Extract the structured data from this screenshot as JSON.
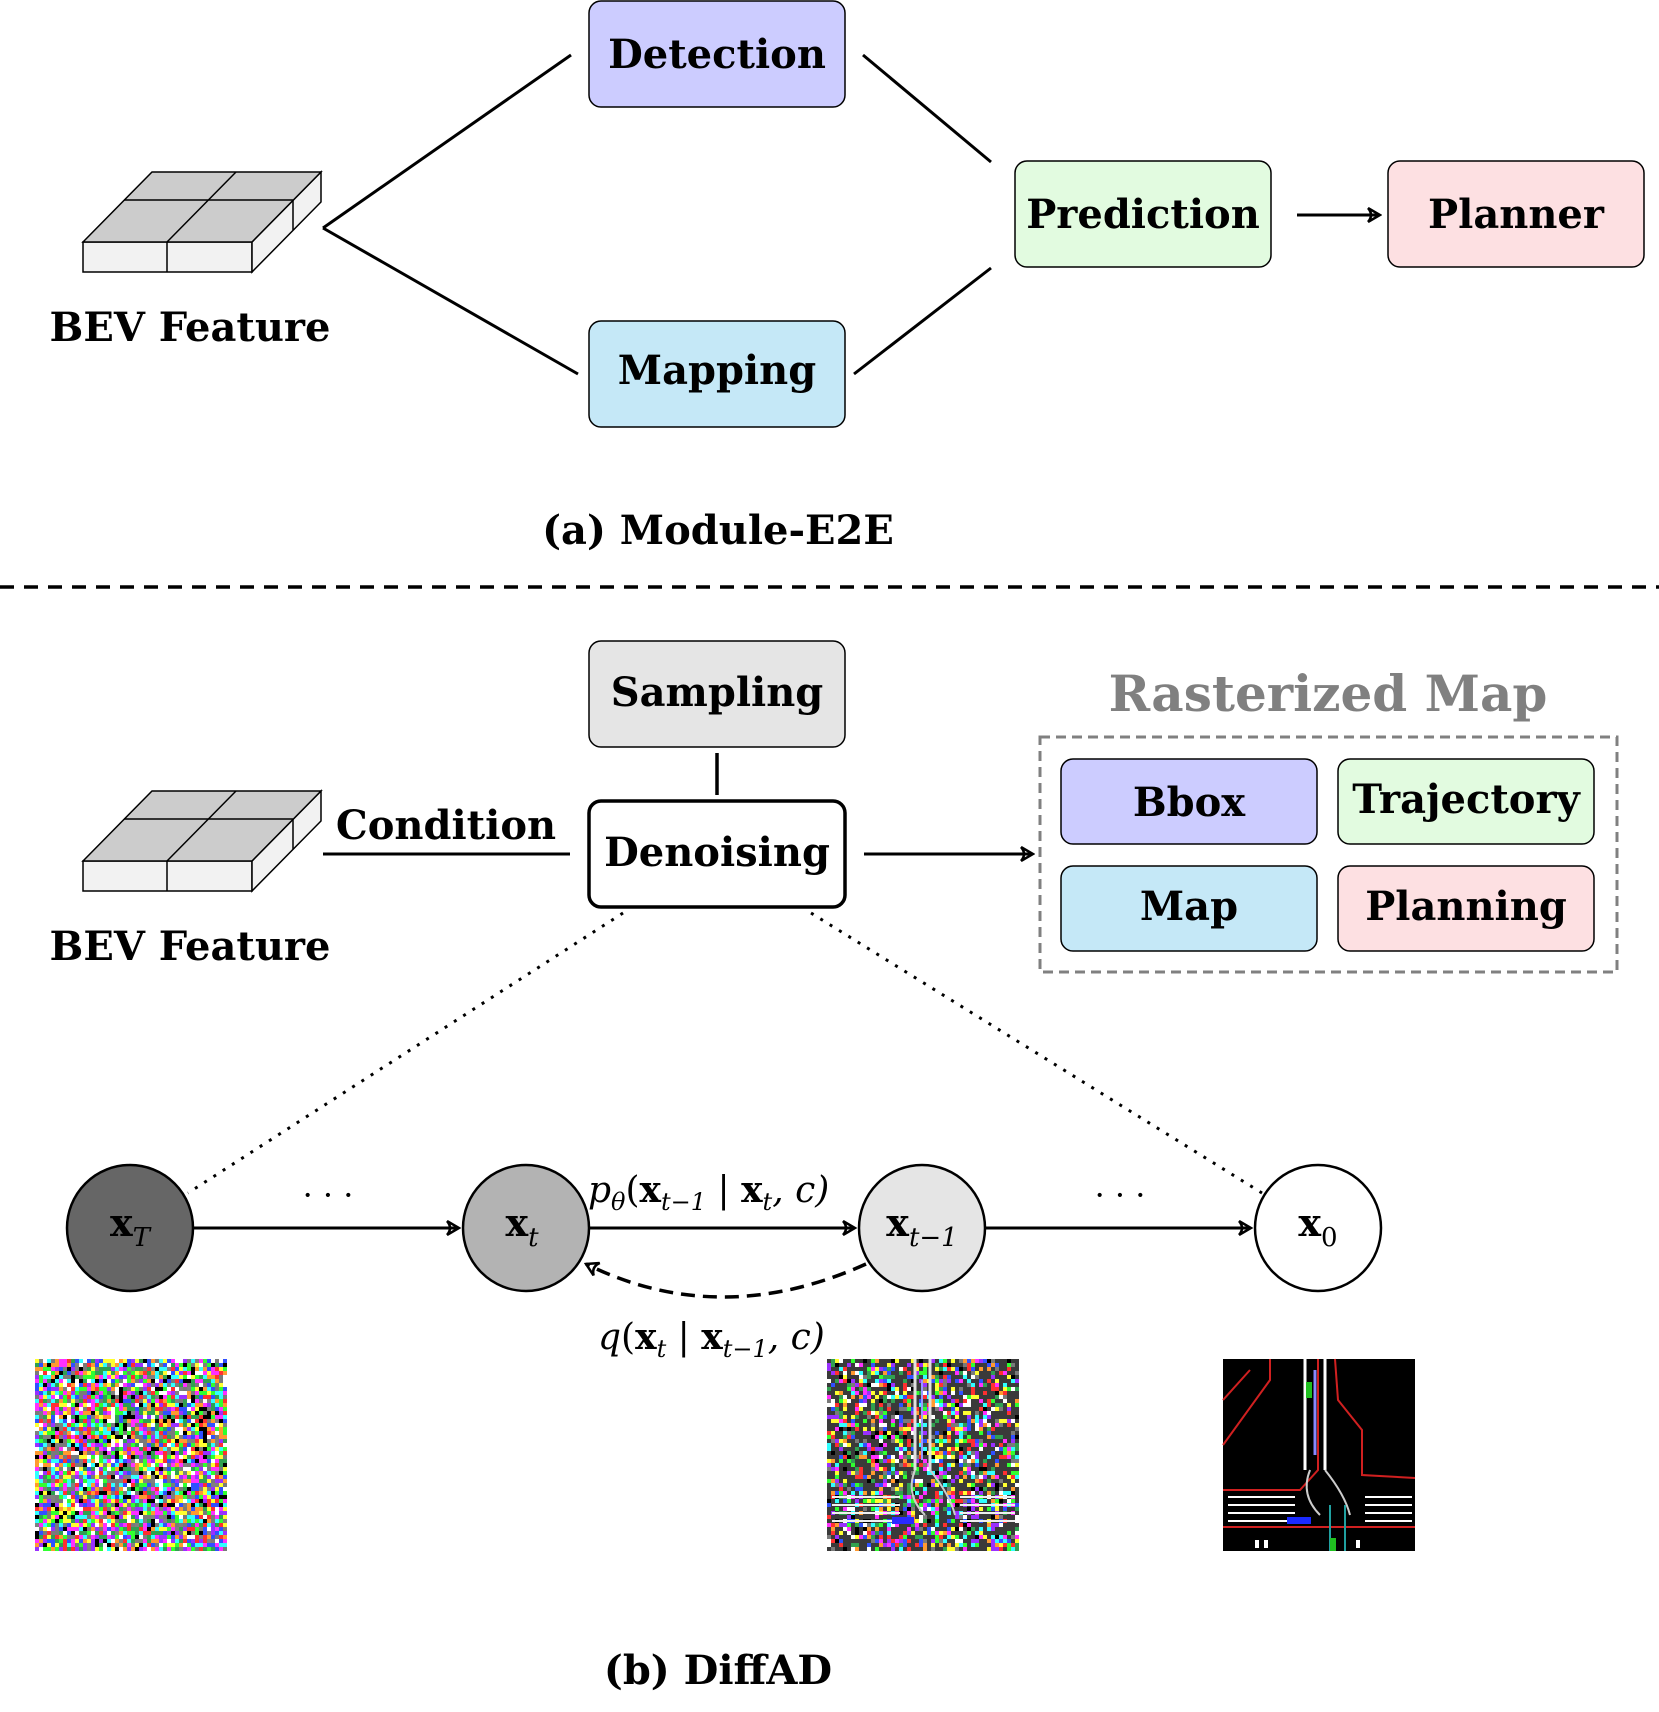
{
  "top": {
    "bev_label": "BEV Feature",
    "detection": "Detection",
    "mapping": "Mapping",
    "prediction": "Prediction",
    "planner": "Planner",
    "caption": "(a) Module-E2E"
  },
  "bottom": {
    "bev_label": "BEV Feature",
    "condition": "Condition",
    "sampling": "Sampling",
    "denoising": "Denoising",
    "raster_title": "Rasterized Map",
    "raster_items": [
      "Bbox",
      "Trajectory",
      "Map",
      "Planning"
    ],
    "nodes": [
      {
        "base": "x",
        "sub": "T"
      },
      {
        "base": "x",
        "sub": "t"
      },
      {
        "base": "x",
        "sub": "t−1"
      },
      {
        "base": "x",
        "sub": "0"
      }
    ],
    "ellipsis": "· · ·",
    "forward_label": {
      "pre": "p",
      "pre_sub": "θ",
      "open": "(",
      "x1": "x",
      "x1_sub": "t−1",
      "bar": " | ",
      "x2": "x",
      "x2_sub": "t",
      "tail": ", c)"
    },
    "reverse_label": {
      "pre": "q",
      "open": "(",
      "x1": "x",
      "x1_sub": "t",
      "bar": " | ",
      "x2": "x",
      "x2_sub": "t−1",
      "tail": ", c)"
    },
    "caption": "(b) DiffAD"
  },
  "colors": {
    "detection": "#ccccff",
    "mapping": "#c5e8f7",
    "prediction": "#e2fbe0",
    "planner": "#fde0e2",
    "sampling": "#e5e5e5",
    "denoising": "#ffffff",
    "raster_title": "#808080",
    "node_xT": "#666666",
    "node_xt": "#b3b3b3",
    "node_xt1": "#e5e5e5",
    "node_x0": "#ffffff"
  }
}
